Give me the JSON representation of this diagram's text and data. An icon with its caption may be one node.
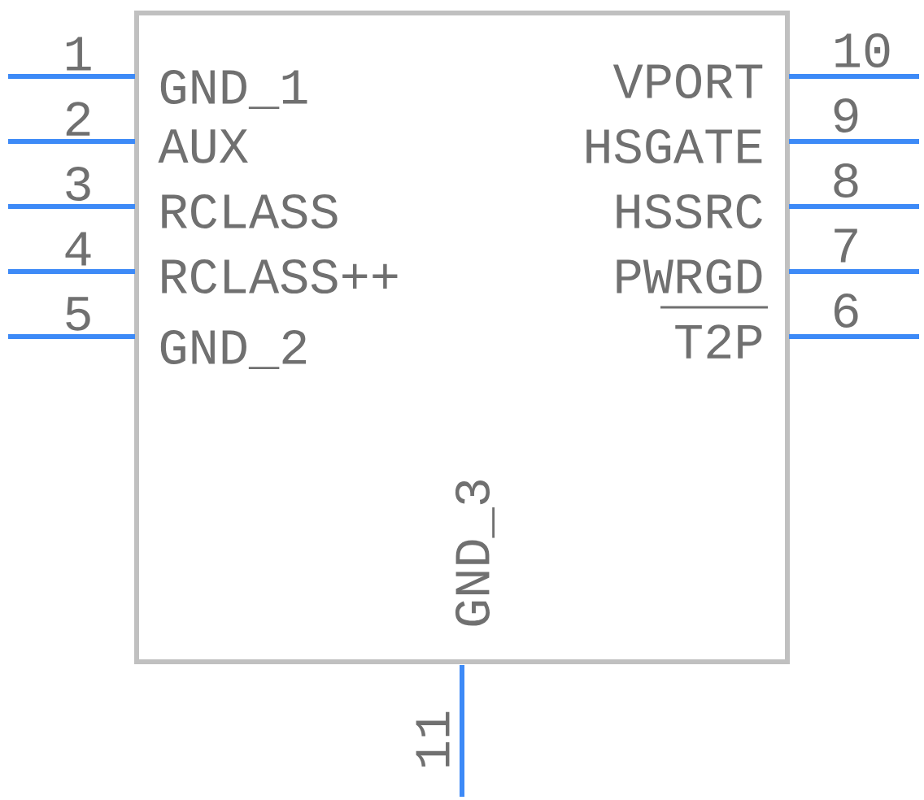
{
  "diagram": {
    "nodes": [
      {
        "text": [],
        "shape": "box"
      }
    ],
    "labels": [
      "1",
      "GND_1",
      "2",
      "AUX",
      "3",
      "RCLASS",
      "4",
      "RCLASS++",
      "5",
      "GND_2",
      "10",
      "VPORT",
      "9",
      "HSGATE",
      "8",
      "HSSRC",
      "7",
      "PWRGD",
      "6",
      "T2P",
      "GND_3",
      "11"
    ]
  }
}
